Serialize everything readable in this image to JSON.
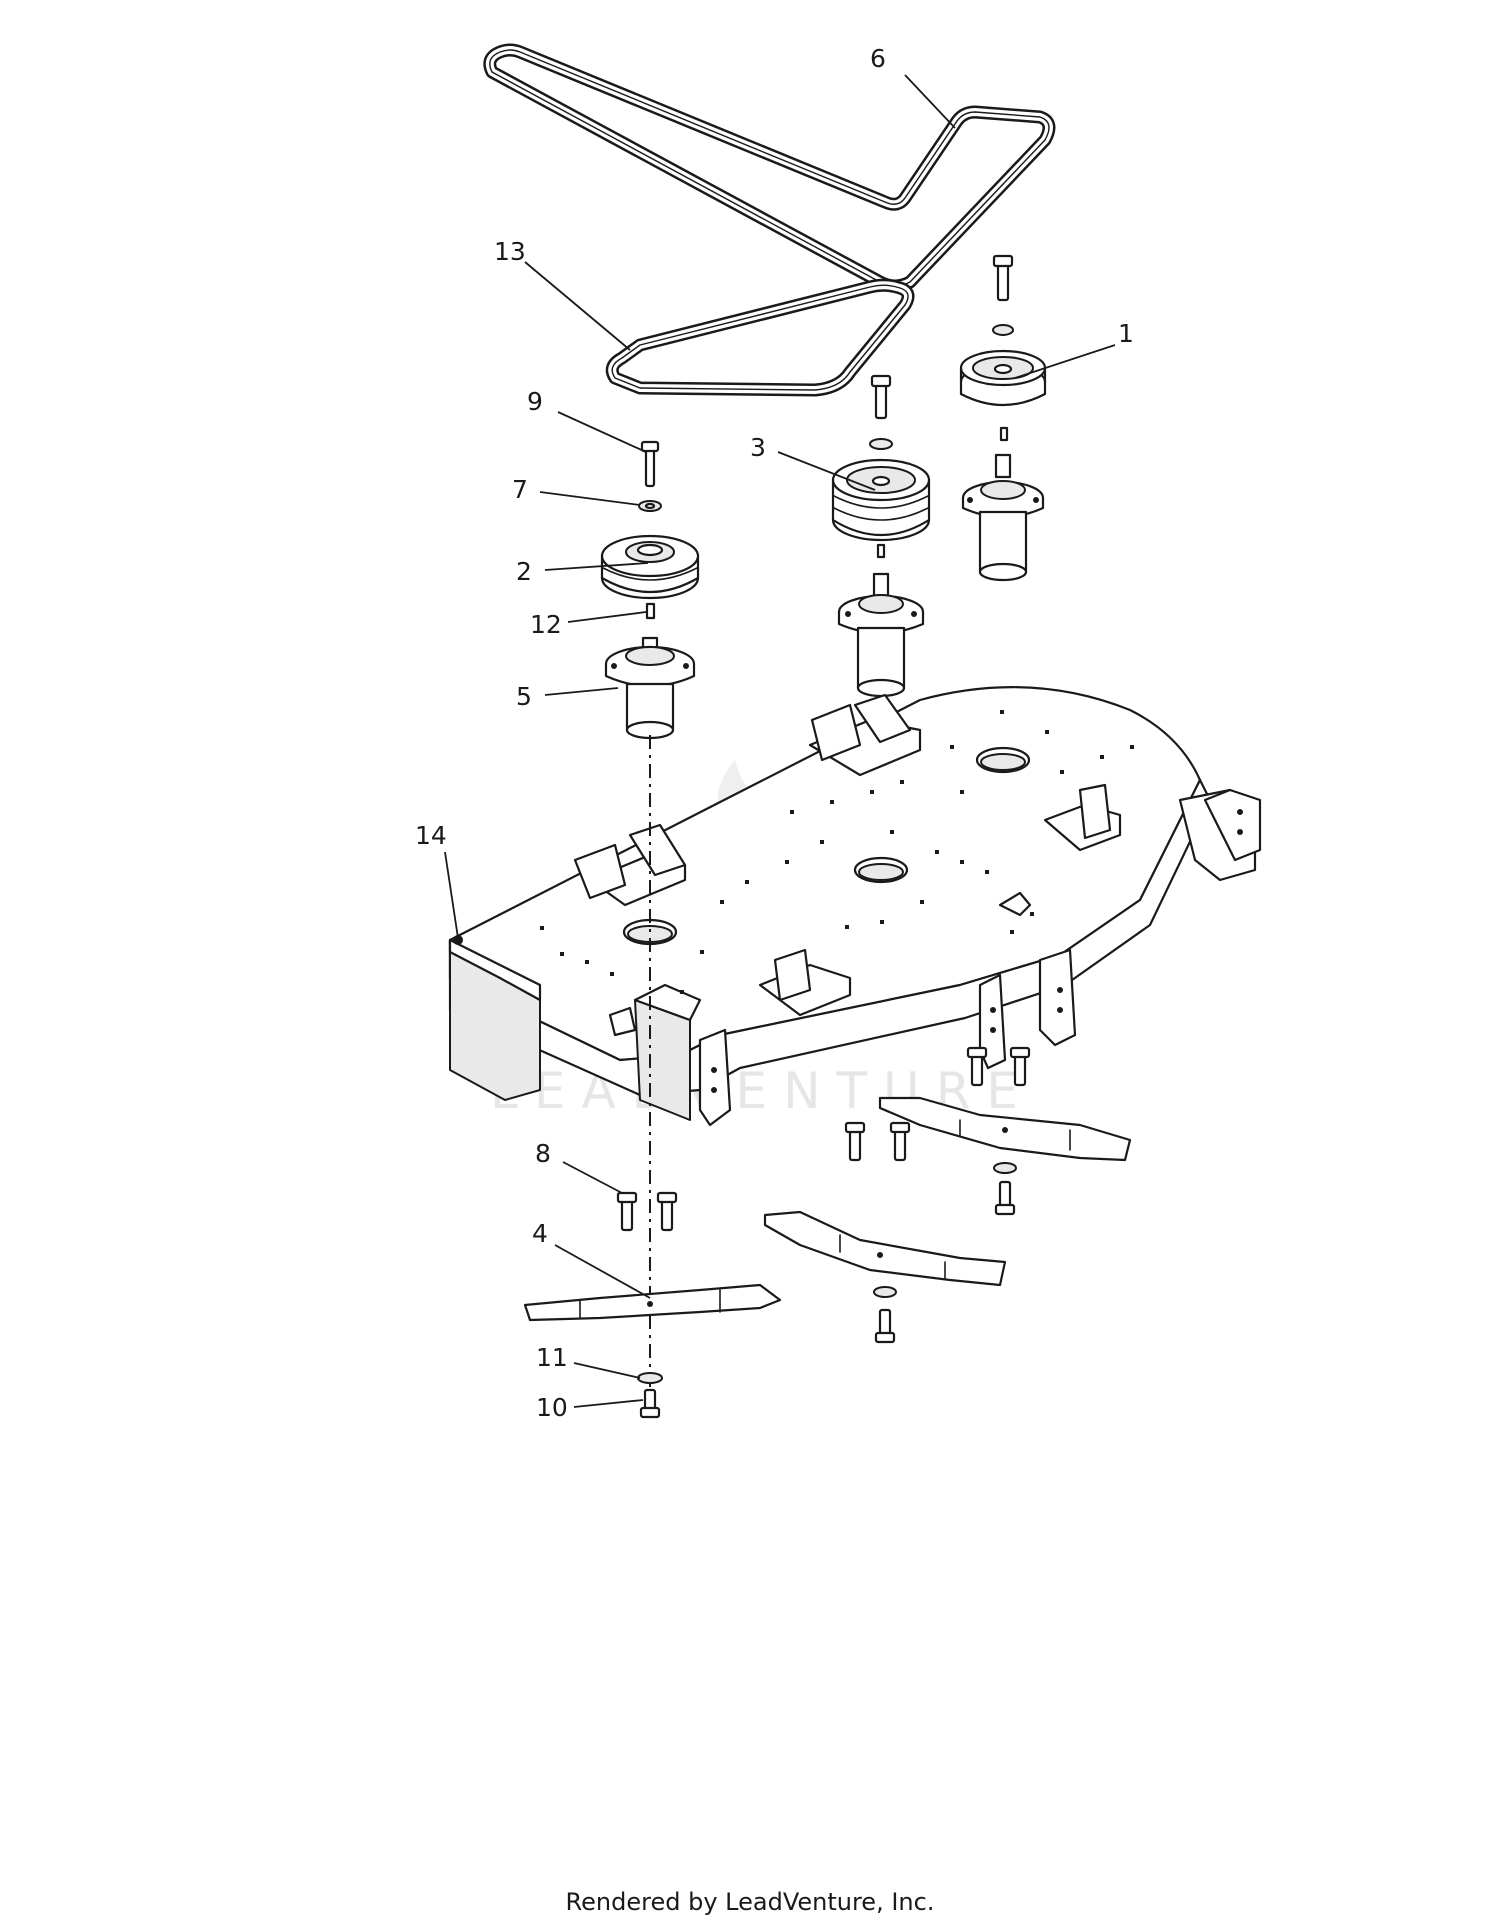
{
  "callouts": [
    {
      "number": "1"
    },
    {
      "number": "2"
    },
    {
      "number": "3"
    },
    {
      "number": "4"
    },
    {
      "number": "5"
    },
    {
      "number": "6"
    },
    {
      "number": "7"
    },
    {
      "number": "8"
    },
    {
      "number": "9"
    },
    {
      "number": "10"
    },
    {
      "number": "11"
    },
    {
      "number": "12"
    },
    {
      "number": "13"
    },
    {
      "number": "14"
    }
  ],
  "watermark": {
    "text": "LEADVENTURE"
  },
  "footer": {
    "text": "Rendered by LeadVenture, Inc."
  },
  "colors": {
    "line": "#1a1a1a",
    "background": "#ffffff",
    "watermark": "#cfcfcf"
  }
}
